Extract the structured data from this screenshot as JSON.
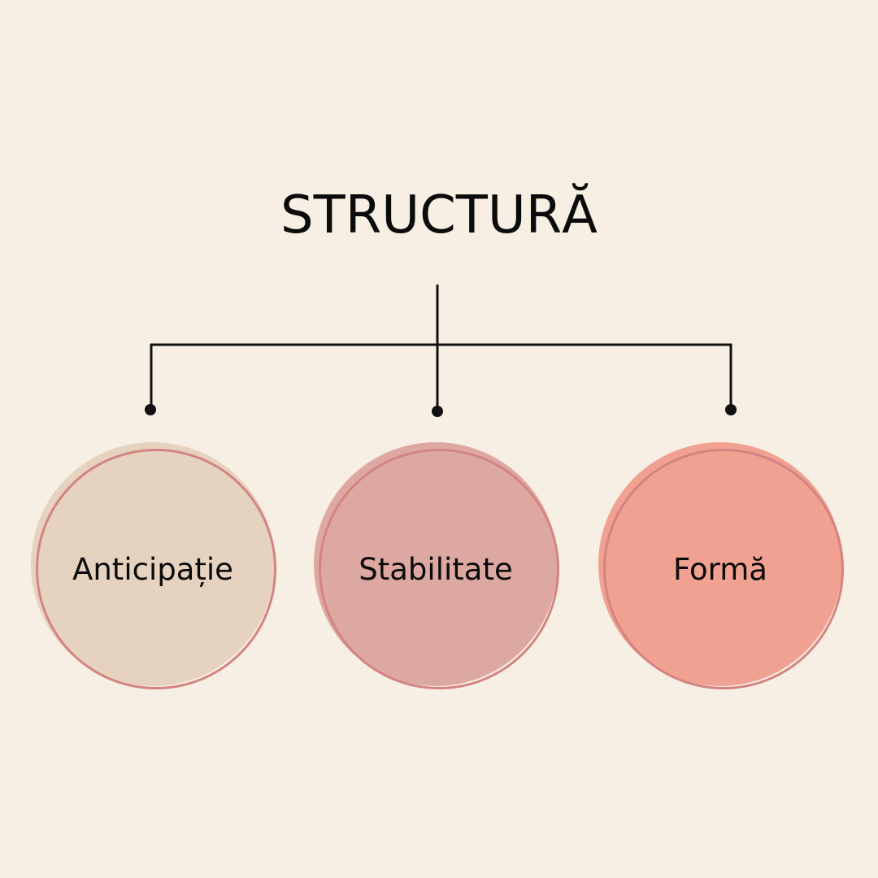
{
  "diagram": {
    "title": "STRUCTURĂ",
    "nodes": [
      {
        "label": "Anticipație",
        "color": "#e6d3bf"
      },
      {
        "label": "Stabilitate",
        "color": "#dea8a2"
      },
      {
        "label": "Formă",
        "color": "#f0a191"
      }
    ]
  },
  "colors": {
    "background": "#f7efe3",
    "line": "#111111",
    "ring": "#d48480"
  }
}
